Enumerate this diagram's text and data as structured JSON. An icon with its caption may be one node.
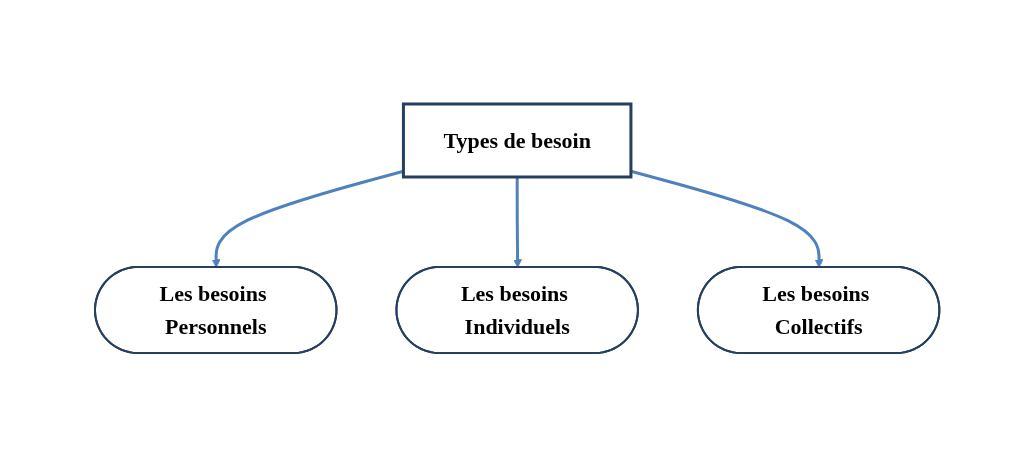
{
  "diagram": {
    "nodes": [
      {
        "text": [
          "Types de besoin"
        ]
      },
      {
        "text": [
          "Les besoins Personnels"
        ]
      },
      {
        "text": [
          "Les besoins Individuels"
        ]
      },
      {
        "text": [
          "Les besoins Collectifs"
        ]
      }
    ],
    "edges": [
      {
        "from": 0,
        "to": 1,
        "arrow": "to"
      },
      {
        "from": 0,
        "to": 2,
        "arrow": "to"
      },
      {
        "from": 0,
        "to": 3,
        "arrow": "to"
      }
    ]
  }
}
